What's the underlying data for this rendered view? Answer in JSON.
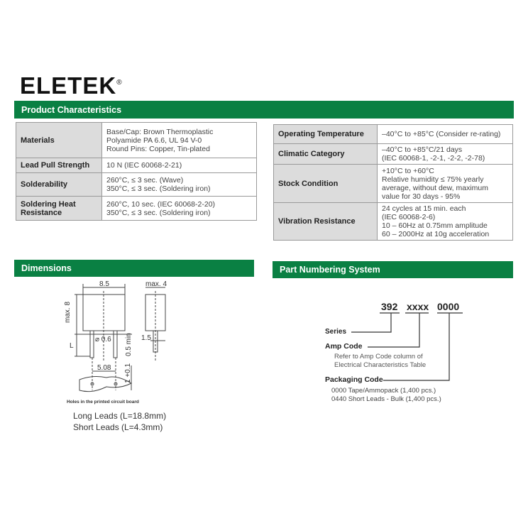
{
  "logo": {
    "text": "ELETEK",
    "mark": "®"
  },
  "product_characteristics": {
    "title": "Product Characteristics",
    "left_rows": [
      {
        "label": "Materials",
        "lines": [
          "Base/Cap: Brown Thermoplastic",
          "Polyamide PA 6.6, UL 94 V-0",
          "Round Pins: Copper, Tin-plated"
        ]
      },
      {
        "label": "Lead Pull Strength",
        "lines": [
          "10 N (IEC  60068-2-21)"
        ]
      },
      {
        "label": "Solderability",
        "lines": [
          "260°C, ≤ 3 sec. (Wave)",
          "350°C, ≤ 3 sec. (Soldering iron)"
        ]
      },
      {
        "label": "Soldering Heat Resistance",
        "lines": [
          "260°C, 10 sec. (IEC  60068-2-20)",
          "350°C, ≤ 3 sec. (Soldering iron)"
        ]
      }
    ],
    "right_rows": [
      {
        "label": "Operating Temperature",
        "lines": [
          "–40°C to +85°C (Consider re-rating)"
        ]
      },
      {
        "label": "Climatic Category",
        "lines": [
          "–40°C to +85°C/21 days",
          "(IEC 60068-1, -2-1, -2-2, -2-78)"
        ]
      },
      {
        "label": "Stock Condition",
        "lines": [
          "+10°C to +60°C",
          "Relative humidity ≤ 75% yearly",
          "average, without dew, maximum",
          "value for 30 days - 95%"
        ]
      },
      {
        "label": "Vibration Resistance",
        "lines": [
          "24 cycles at 15 min. each",
          "(IEC 60068-2-6)",
          "10 – 60Hz at 0.75mm amplitude",
          "60 – 2000Hz at 10g acceleration"
        ]
      }
    ]
  },
  "dimensions": {
    "title": "Dimensions",
    "width": "8.5",
    "height": "max. 8",
    "depth": "max. 4",
    "pin_dia": "⌀ 0.6",
    "lead": "L",
    "standoff": "0.5 min",
    "offset": "1.5",
    "pitch": "5.08",
    "hole": "1 +0.1",
    "pcb_caption": "Holes in the printed circuit board",
    "long_leads": "Long Leads (L=18.8mm)",
    "short_leads": "Short Leads (L=4.3mm)"
  },
  "part_numbering": {
    "title": "Part Numbering System",
    "parts": [
      "392",
      "xxxx",
      "0000"
    ],
    "series": "Series",
    "amp_code": "Amp Code",
    "amp_desc": [
      "Refer to Amp Code column of",
      "Electrical Characteristics Table"
    ],
    "packaging_code": "Packaging Code",
    "packaging_desc": [
      "0000 Tape/Ammopack (1,400 pcs.)",
      "0440 Short Leads - Bulk (1,400 pcs.)"
    ]
  },
  "colors": {
    "brand_green": "#0a8043",
    "label_gray": "#dcdcdc"
  }
}
